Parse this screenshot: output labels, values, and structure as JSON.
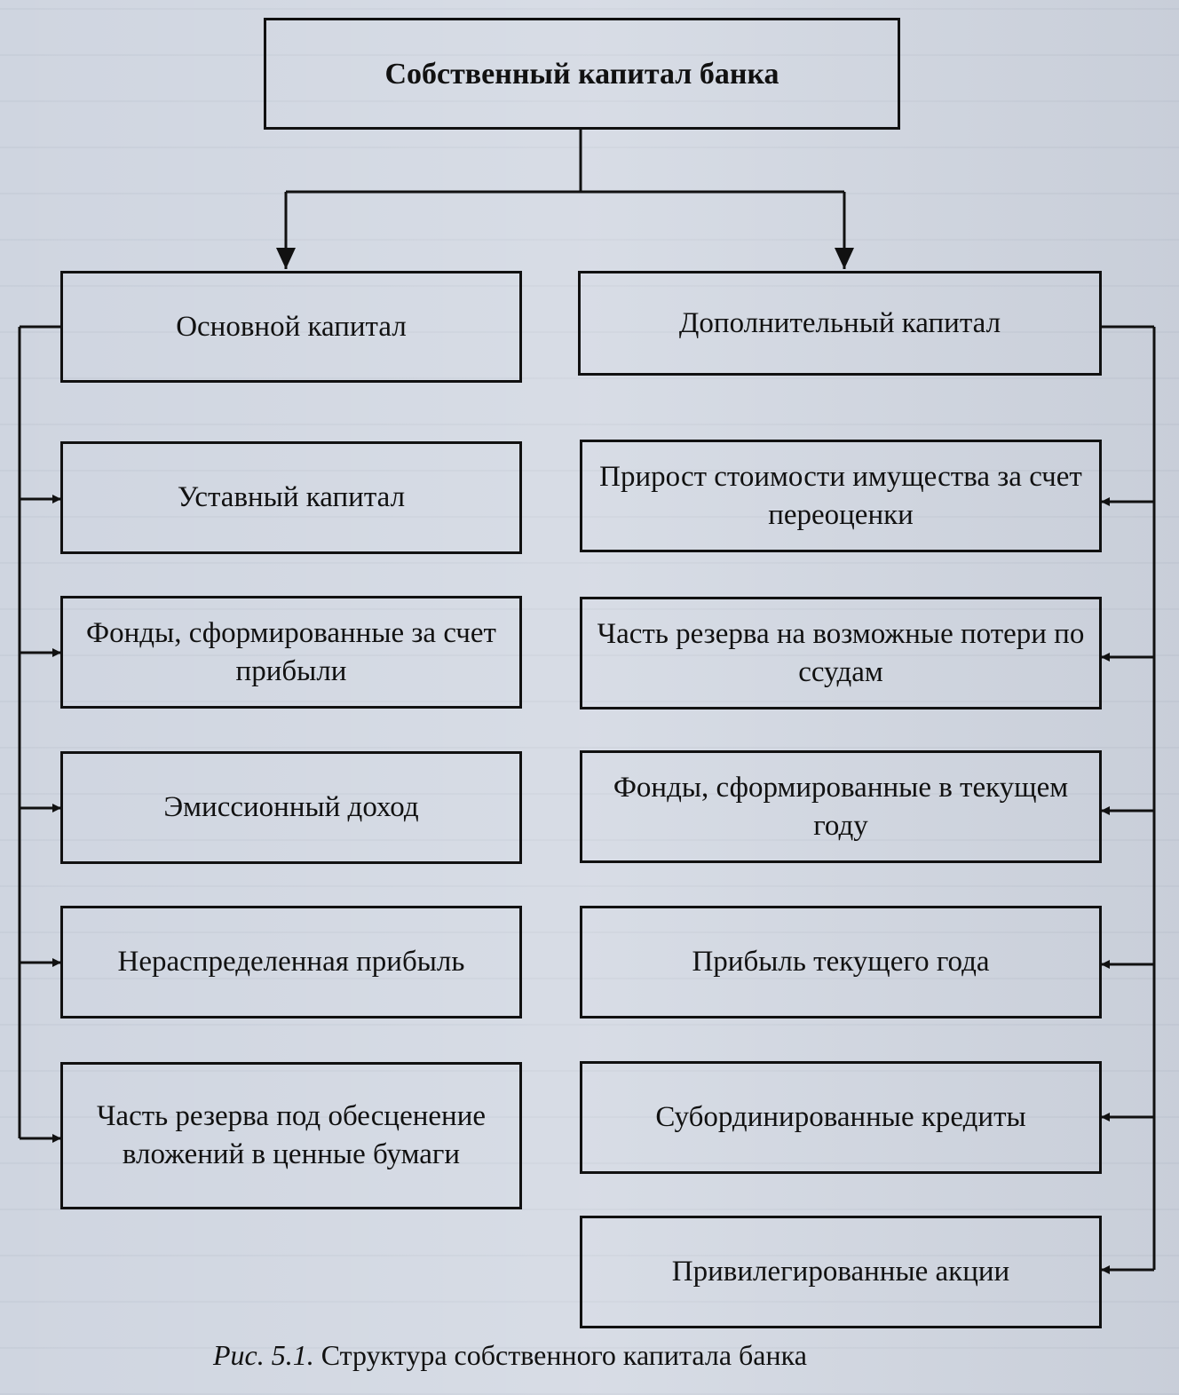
{
  "diagram": {
    "root": "Собственный капитал банка",
    "left_title": "Основной капитал",
    "right_title": "Дополнительный капитал",
    "left_items": [
      "Уставный капитал",
      "Фонды, сформированные за счет прибыли",
      "Эмиссионный доход",
      "Нераспределенная прибыль",
      "Часть резерва под обесценение вложений в ценные бумаги"
    ],
    "right_items": [
      "Прирост стоимости имущества за счет переоценки",
      "Часть резерва на возможные потери по ссудам",
      "Фонды, сформированные в текущем году",
      "Прибыль текущего года",
      "Субординированные кредиты",
      "Привилегированные акции"
    ]
  },
  "caption": {
    "figure_label": "Рис. 5.1.",
    "text": "Структура собственного капитала банка"
  }
}
